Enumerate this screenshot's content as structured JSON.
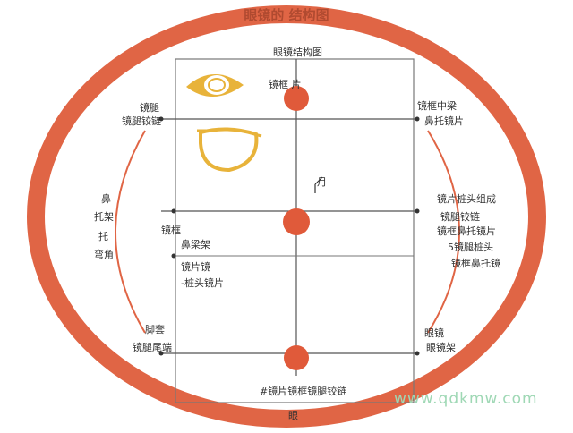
{
  "title": "眼镜的 结构图",
  "header_label": "眼镜结构图",
  "bubble_top_label": "镜框  片",
  "left_labels": {
    "top_1": "镜腿",
    "top_2": "镜腿铰链",
    "mid_1": "鼻",
    "mid_2": "托架",
    "mid_3": "托",
    "mid_4": "弯角",
    "bottom_1": "脚套",
    "bottom_2": "镜腿尾端"
  },
  "center_labels": {
    "node2_1": "镜框",
    "node2_2": "鼻梁架",
    "sub_1": "镜片镜",
    "sub_2": "-桩头镜片",
    "note_mark": "月",
    "bottom_line": "#镜片镜框镜腿铰链",
    "footer": "眼"
  },
  "right_labels": {
    "top_1": "镜框中梁",
    "top_2": "鼻托镜片",
    "mid_1": "镜片桩头组成",
    "mid_2": "镜腿铰链",
    "mid_3": "镜框鼻托镜片",
    "mid_4": "5镜腿桩头",
    "mid_5": "镜框鼻托镜",
    "bottom_1": "眼镜",
    "bottom_2": "眼镜架"
  },
  "watermark": "www.qdkmw.com",
  "colors": {
    "ring": "#e06545",
    "node": "#e05a3a",
    "frame_line": "#777777",
    "glasses": "#e8b33a"
  }
}
